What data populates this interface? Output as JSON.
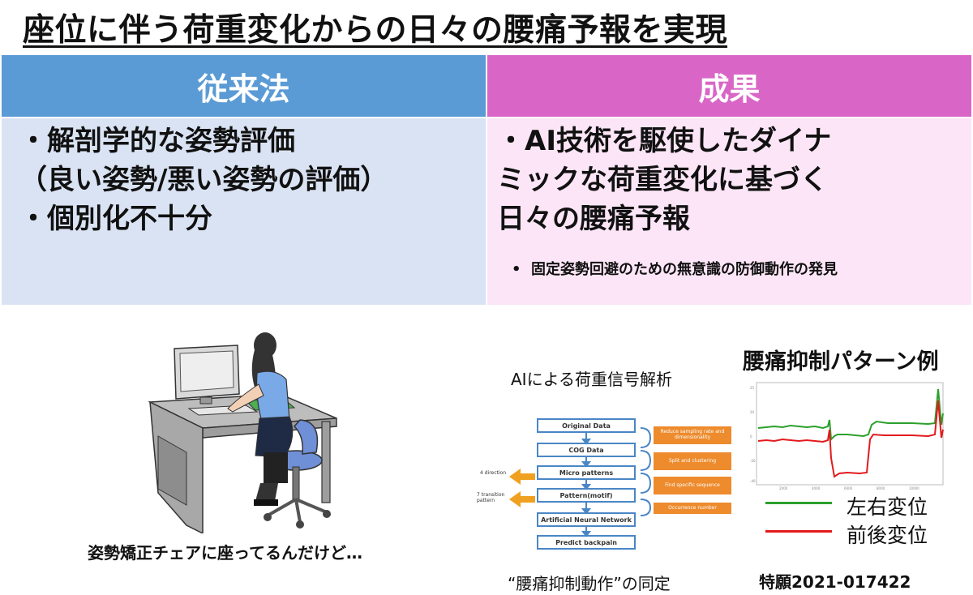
{
  "title": "座位に伴う荷重変化からの日々の腰痛予報を実現",
  "left_column": {
    "heading": "従来法",
    "color": "#5b9bd5",
    "lines": [
      "・解剖学的な姿勢評価",
      "（良い姿勢/悪い姿勢の評価）",
      "・個別化不十分"
    ]
  },
  "right_column": {
    "heading": "成果",
    "color": "#d966c6",
    "lines": [
      "・AI技術を駆使したダイナ",
      "ミックな荷重変化に基づく",
      "日々の腰痛予報"
    ],
    "sub_bullet": "固定姿勢回避のための無意識の防御動作の発見"
  },
  "illustration": {
    "icon": "person-at-desk-icon",
    "caption": "姿勢矯正チェアに座ってるんだけど…"
  },
  "flowchart": {
    "title": "AIによる荷重信号解析",
    "steps": [
      "Original Data",
      "COG Data",
      "Micro patterns",
      "Pattern(motif)",
      "Artificial Neural Network",
      "Predict backpain"
    ],
    "notes": [
      "Reduce sampling rate and dimensionality",
      "Split and clustering",
      "Find specific sequence",
      "Occurrence number"
    ],
    "side_labels": [
      "4 direction",
      "7 transition pattern"
    ],
    "caption": "“腰痛抑制動作”の同定"
  },
  "pattern_chart": {
    "title": "腰痛抑制パターン例",
    "legend": [
      {
        "label": "左右変位",
        "color": "#2ca02c"
      },
      {
        "label": "前後変位",
        "color": "#e31a1c"
      }
    ],
    "patent": "特願2021-017422"
  }
}
